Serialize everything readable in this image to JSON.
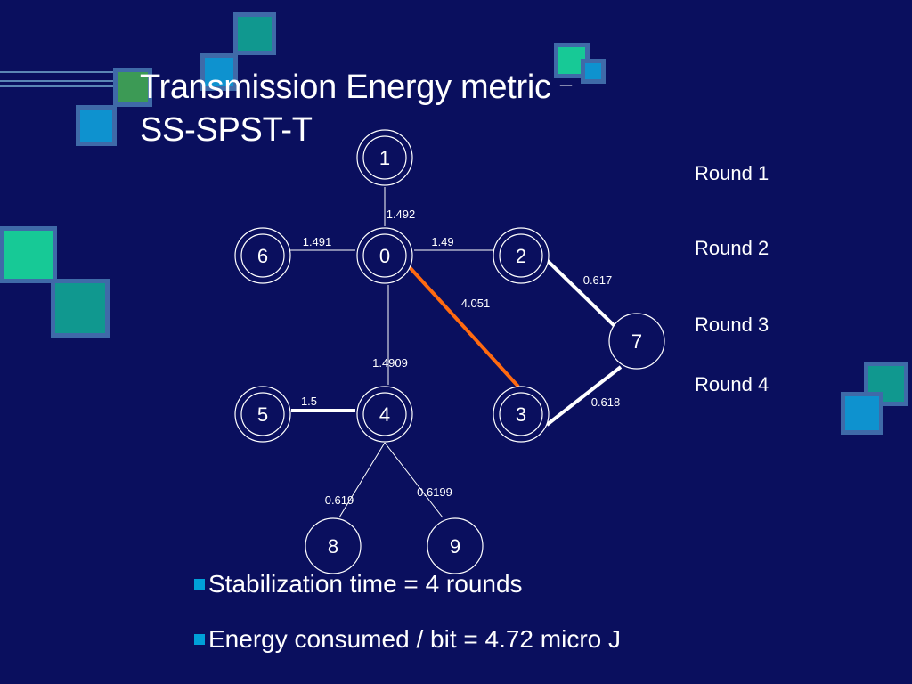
{
  "title": {
    "line1": "Transmission Energy metric",
    "dash": "–",
    "line2": "SS-SPST-T"
  },
  "colors": {
    "background": "#0a0f5e",
    "deco_teal": "#10988f",
    "deco_mint": "#17c996",
    "deco_blue": "#0e92cf",
    "deco_green": "#3c9a55",
    "highlight_edge": "#ff6a10",
    "bullet_marker": "#00a0d8"
  },
  "nodes": [
    {
      "id": "1",
      "label": "1"
    },
    {
      "id": "0",
      "label": "0"
    },
    {
      "id": "6",
      "label": "6"
    },
    {
      "id": "2",
      "label": "2"
    },
    {
      "id": "7",
      "label": "7"
    },
    {
      "id": "5",
      "label": "5"
    },
    {
      "id": "4",
      "label": "4"
    },
    {
      "id": "3",
      "label": "3"
    },
    {
      "id": "8",
      "label": "8"
    },
    {
      "id": "9",
      "label": "9"
    }
  ],
  "edges": [
    {
      "from": "1",
      "to": "0",
      "weight": "1.492",
      "style": "thin"
    },
    {
      "from": "6",
      "to": "0",
      "weight": "1.491",
      "style": "thin"
    },
    {
      "from": "0",
      "to": "2",
      "weight": "1.49",
      "style": "thin"
    },
    {
      "from": "0",
      "to": "3",
      "weight": "4.051",
      "style": "orange"
    },
    {
      "from": "0",
      "to": "4",
      "weight": "1.4909",
      "style": "thin"
    },
    {
      "from": "2",
      "to": "7",
      "weight": "0.617",
      "style": "bold"
    },
    {
      "from": "3",
      "to": "7",
      "weight": "0.618",
      "style": "bold"
    },
    {
      "from": "5",
      "to": "4",
      "weight": "1.5",
      "style": "bold"
    },
    {
      "from": "4",
      "to": "8",
      "weight": "0.619",
      "style": "thin"
    },
    {
      "from": "4",
      "to": "9",
      "weight": "0.6199",
      "style": "thin"
    }
  ],
  "rounds": [
    "Round 1",
    "Round 2",
    "Round 3",
    "Round 4"
  ],
  "bullets": [
    "Stabilization time = 4 rounds",
    "Energy consumed / bit = 4.72 micro J"
  ]
}
